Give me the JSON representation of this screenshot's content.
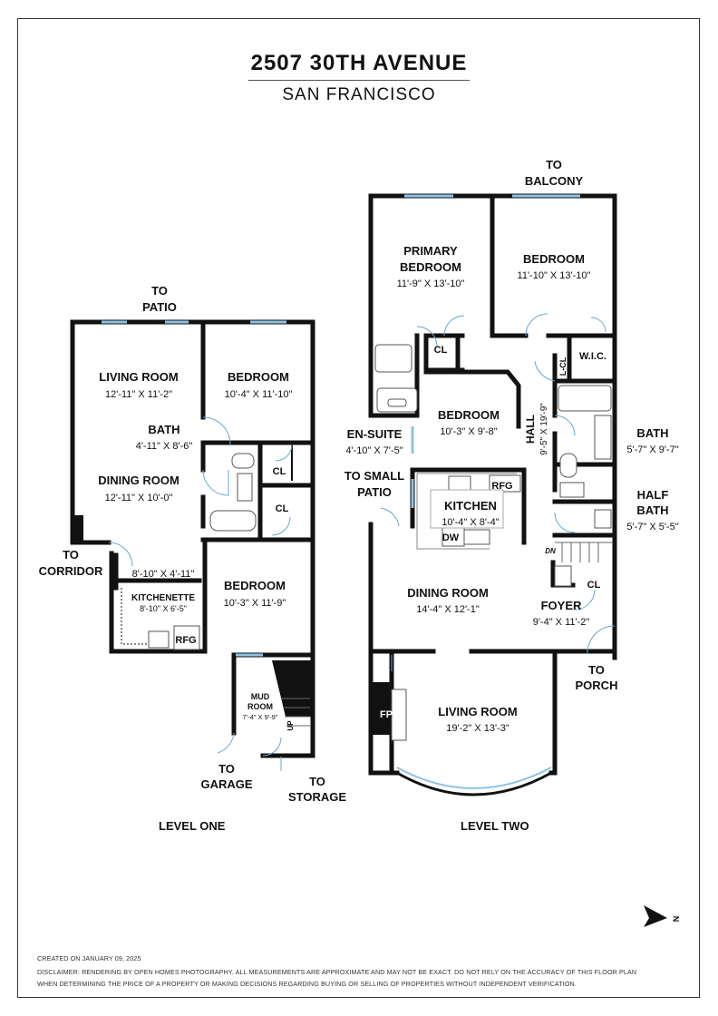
{
  "header": {
    "address": "2507 30TH AVENUE",
    "city": "SAN FRANCISCO"
  },
  "level_one": {
    "title": "LEVEL ONE",
    "to_patio": [
      "TO",
      "PATIO"
    ],
    "to_corridor": [
      "TO",
      "CORRIDOR"
    ],
    "to_garage": [
      "TO",
      "GARAGE"
    ],
    "to_storage": [
      "TO",
      "STORAGE"
    ],
    "living_room": {
      "name": "LIVING ROOM",
      "dims": "12'-11\" X 11'-2\""
    },
    "bedroom1": {
      "name": "BEDROOM",
      "dims": "10'-4\" X 11'-10\""
    },
    "bath": {
      "name": "BATH",
      "dims": "4'-11\" X 8'-6\""
    },
    "dining_room": {
      "name": "DINING ROOM",
      "dims": "12'-11\" X 10'-0\""
    },
    "hall_dims": "8'-10\" X 4'-11\"",
    "kitchenette": {
      "name": "KITCHENETTE",
      "dims": "8'-10\" X 6'-5\""
    },
    "rfg": "RFG",
    "bedroom2": {
      "name": "BEDROOM",
      "dims": "10'-3\" X 11'-9\""
    },
    "mud_room": {
      "name": [
        "MUD",
        "ROOM"
      ],
      "dims": "7'-4\" X 9'-9\""
    },
    "cl": "CL",
    "up": "UP"
  },
  "level_two": {
    "title": "LEVEL TWO",
    "to_balcony": [
      "TO",
      "BALCONY"
    ],
    "to_small_patio": [
      "TO SMALL",
      "PATIO"
    ],
    "to_porch": [
      "TO",
      "PORCH"
    ],
    "primary_bedroom": {
      "name": [
        "PRIMARY",
        "BEDROOM"
      ],
      "dims": "11'-9\" X 13'-10\""
    },
    "bedroom_a": {
      "name": "BEDROOM",
      "dims": "11'-10\" X 13'-10\""
    },
    "bedroom_b": {
      "name": "BEDROOM",
      "dims": "10'-3\" X 9'-8\""
    },
    "en_suite": {
      "name": "EN-SUITE",
      "dims": "4'-10\" X 7'-5\""
    },
    "hall": {
      "name": "HALL",
      "dims": "9'-5\" X 19'-9\""
    },
    "bath": {
      "name": "BATH",
      "dims": "5'-7\" X 9'-7\""
    },
    "half_bath": {
      "name": [
        "HALF",
        "BATH"
      ],
      "dims": "5'-7\" X 5'-5\""
    },
    "kitchen": {
      "name": "KITCHEN",
      "dims": "10'-4\" X 8'-4\""
    },
    "dining_room": {
      "name": "DINING ROOM",
      "dims": "14'-4\" X 12'-1\""
    },
    "foyer": {
      "name": "FOYER",
      "dims": "9'-4\" X 11'-2\""
    },
    "living_room": {
      "name": "LIVING ROOM",
      "dims": "19'-2\" X 13'-3\""
    },
    "cl": "CL",
    "lcl": "L-CL",
    "wic": "W.I.C.",
    "rfg": "RFG",
    "dw": "DW",
    "dn": "DN",
    "fp": "FP"
  },
  "compass": {
    "label": "N"
  },
  "footer": {
    "created": "CREATED ON JANUARY 09, 2025",
    "disclaimer1": "DISCLAIMER: RENDERING BY OPEN HOMES PHOTOGRAPHY. ALL MEASUREMENTS ARE APPROXIMATE AND MAY NOT BE EXACT. DO NOT RELY ON THE ACCURACY OF THIS FLOOR PLAN",
    "disclaimer2": "WHEN DETERMINING THE PRICE OF A PROPERTY OR MAKING DECISIONS REGARDING BUYING OR SELLING OF PROPERTIES WITHOUT INDEPENDENT VERIFICATION."
  },
  "colors": {
    "wall": "#111111",
    "window": "#8ec3e6",
    "fixture": "#555555"
  }
}
